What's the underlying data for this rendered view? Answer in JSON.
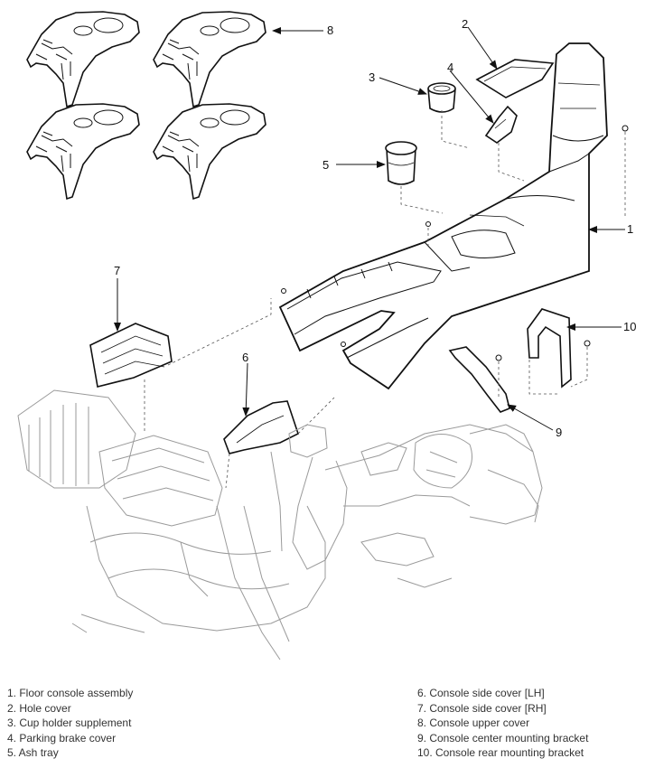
{
  "callouts": [
    "1",
    "2",
    "3",
    "4",
    "5",
    "6",
    "7",
    "8",
    "9",
    "10"
  ],
  "legend": {
    "left": [
      "1. Floor console assembly",
      "2. Hole cover",
      "3. Cup holder supplement",
      "4. Parking brake cover",
      "5. Ash tray"
    ],
    "right": [
      "6. Console side cover [LH]",
      "7. Console side cover [RH]",
      "8. Console upper cover",
      "9. Console center mounting bracket",
      "10. Console rear mounting bracket"
    ]
  }
}
